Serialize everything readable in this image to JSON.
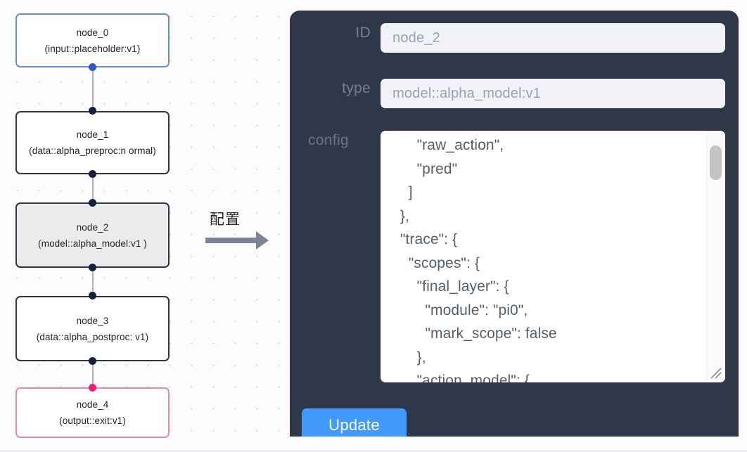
{
  "graph": {
    "nodes": [
      {
        "id": "node_0",
        "type": "(input::placeholder:v1)",
        "state": "input"
      },
      {
        "id": "node_1",
        "type": "(data::alpha_preproc:n\normal)",
        "state": "normal"
      },
      {
        "id": "node_2",
        "type": "(model::alpha_model:v1\n)",
        "state": "active"
      },
      {
        "id": "node_3",
        "type": "(data::alpha_postproc:\nv1)",
        "state": "normal"
      },
      {
        "id": "node_4",
        "type": "(output::exit:v1)",
        "state": "output"
      }
    ],
    "colors": {
      "input_border": "#6d8ecd",
      "output_border": "#e68bb0",
      "node_border": "#2f3542",
      "active_fill": "#ebebeb",
      "port": "#16213e",
      "port_blue": "#2f56c8",
      "port_pink": "#ec1e79",
      "edge": "#b4b4b8"
    }
  },
  "arrow": {
    "label": "配置",
    "color": "#7b8394"
  },
  "panel": {
    "background": "#2e3848",
    "fields": {
      "id": {
        "label": "ID",
        "value": "node_2"
      },
      "type": {
        "label": "type",
        "value": "model::alpha_model:v1"
      },
      "config": {
        "label": "config",
        "value": "      \"raw_action\",\n      \"pred\"\n    ]\n  },\n  \"trace\": {\n    \"scopes\": {\n      \"final_layer\": {\n        \"module\": \"pi0\",\n        \"mark_scope\": false\n      },\n      \"action_model\": {"
      }
    },
    "update_button": {
      "label": "Update",
      "color": "#429afc"
    }
  }
}
